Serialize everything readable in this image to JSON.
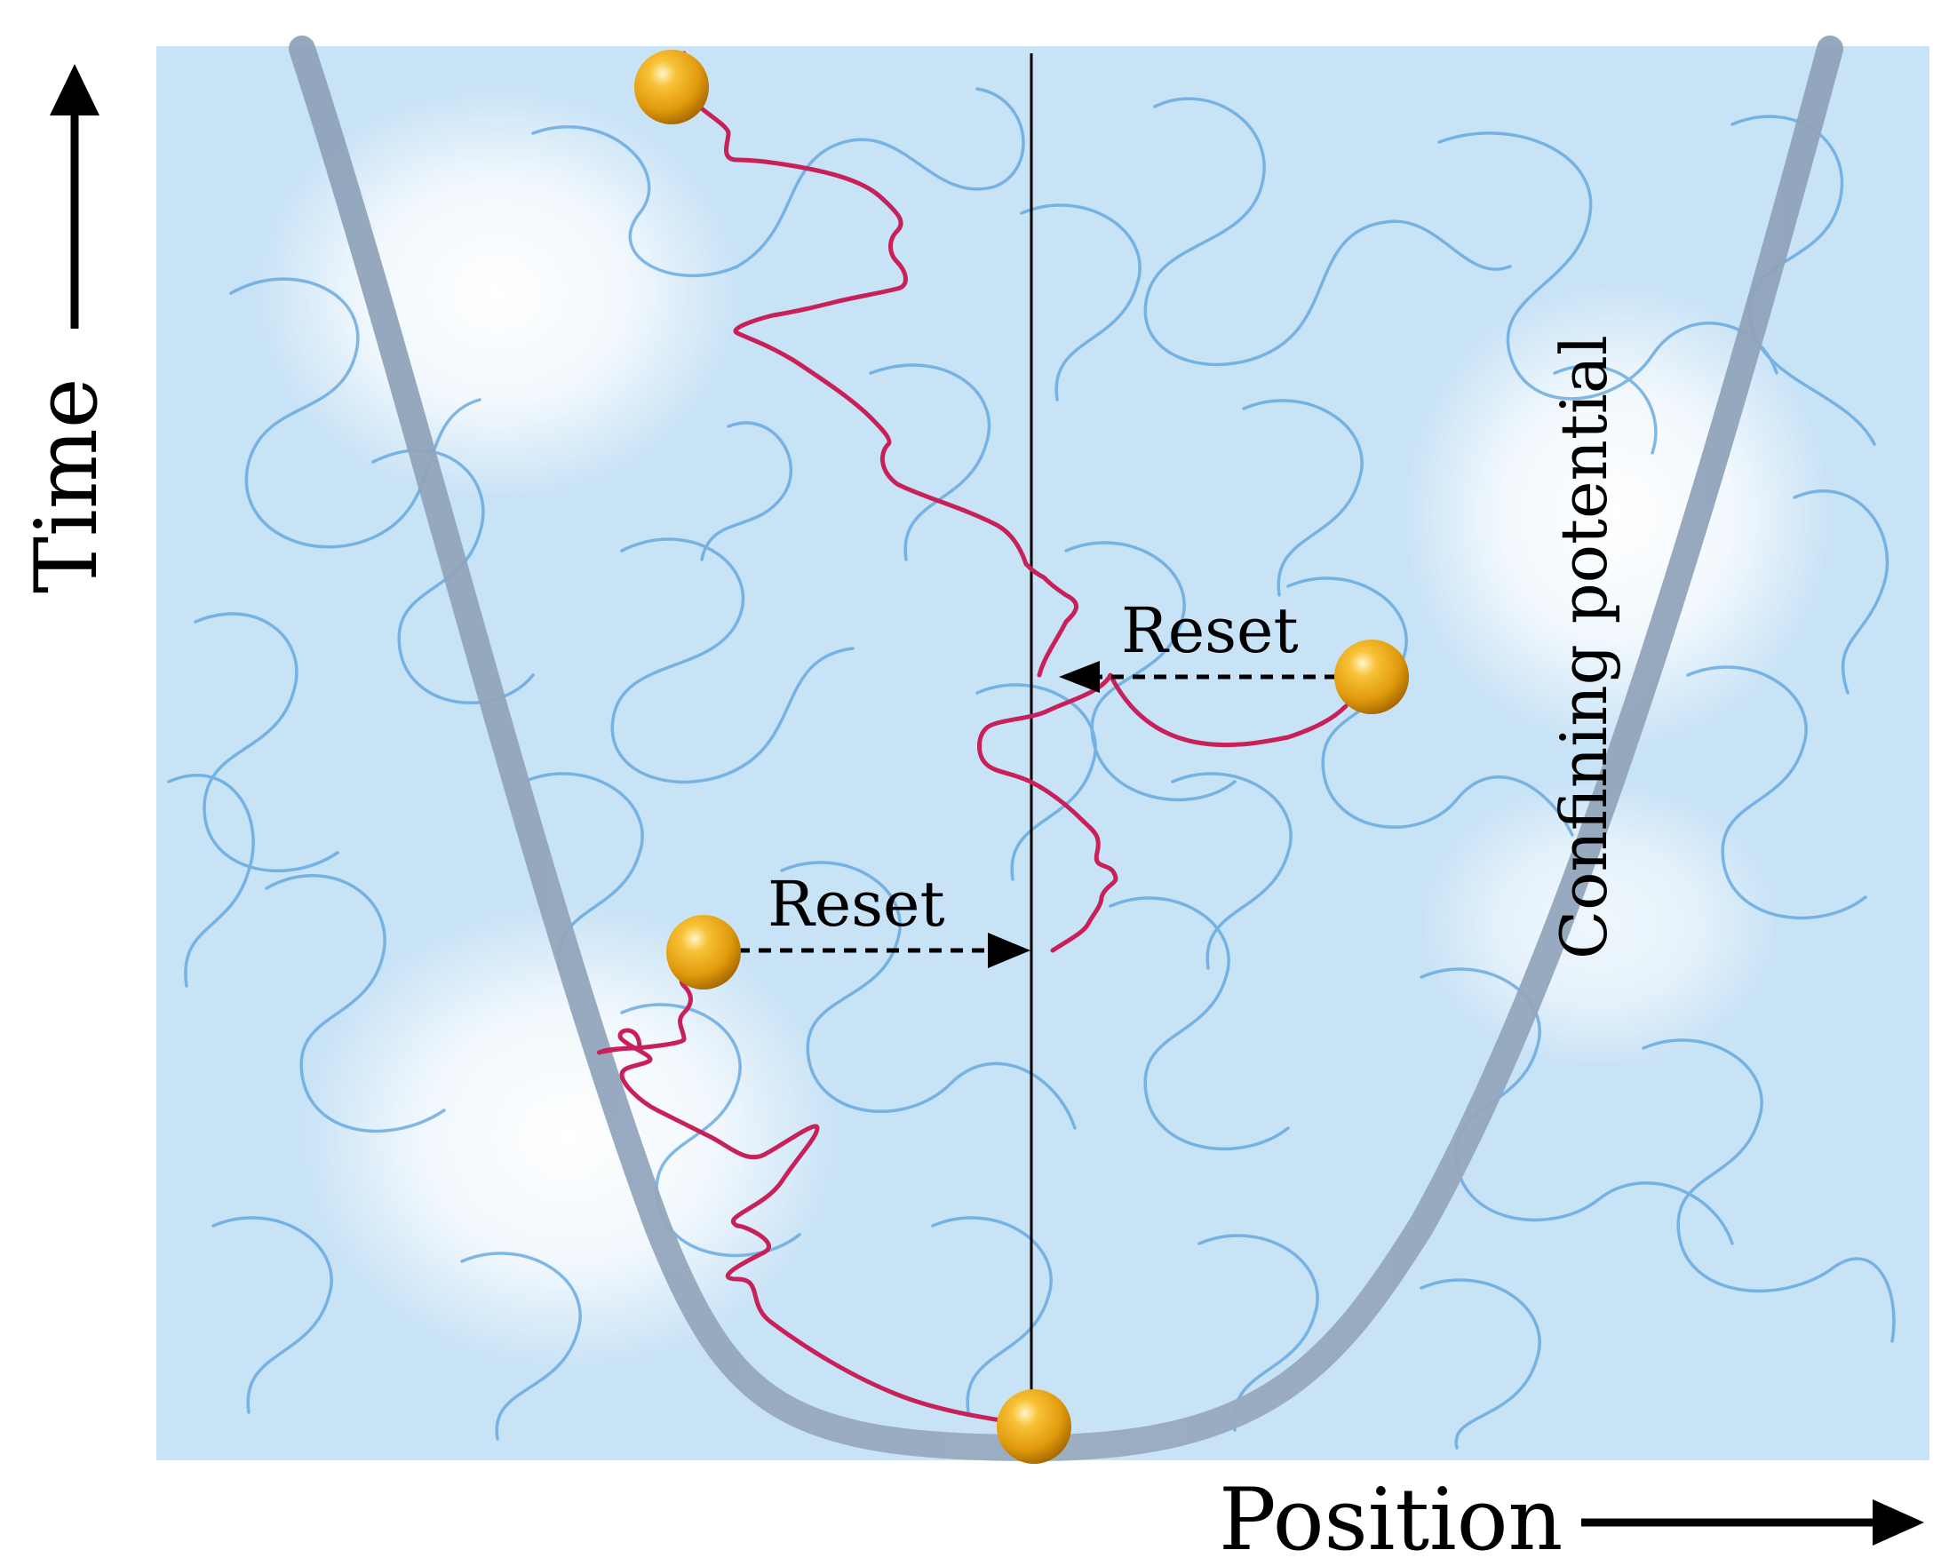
{
  "labels": {
    "time_axis": "Time",
    "position_axis": "Position",
    "potential": "Confining potential",
    "reset_upper": "Reset",
    "reset_lower": "Reset"
  },
  "colors": {
    "background": "#c9e3f6",
    "random_walk": "#5aa2de",
    "trajectory": "#c8215a",
    "potential": "#8c9fb6",
    "particle": "#f0a617",
    "axis": "#000000"
  },
  "icons": {
    "particle": "gold-sphere-icon",
    "arrow": "dashed-arrow-icon"
  }
}
